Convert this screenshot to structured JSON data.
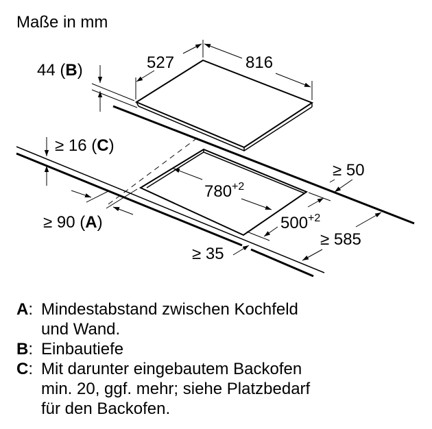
{
  "title": "Maße in mm",
  "dimensions": {
    "height_b": {
      "value": "44",
      "open": " (",
      "key": "B",
      "close": ")"
    },
    "depth": "527",
    "width": "816",
    "gap_c": {
      "prefix": "≥ 16",
      "open": " (",
      "key": "C",
      "close": ")"
    },
    "rear_50": "≥ 50",
    "cutout_width": {
      "value": "780",
      "tol": "+2"
    },
    "cutout_depth": {
      "value": "500",
      "tol": "+2"
    },
    "wall_a": {
      "prefix": "≥ 90",
      "open": " (",
      "key": "A",
      "close": ")"
    },
    "counter_585": "≥ 585",
    "front_35": "≥ 35"
  },
  "legend": [
    {
      "key": "A",
      "sep": ":",
      "lines": [
        "Mindestabstand zwischen Kochfeld",
        "und Wand."
      ]
    },
    {
      "key": "B",
      "sep": ":",
      "lines": [
        "Einbautiefe"
      ]
    },
    {
      "key": "C",
      "sep": ":",
      "lines": [
        "Mit darunter eingebautem Backofen",
        "min. 20, ggf. mehr; siehe Platzbedarf",
        "für den Backofen."
      ]
    }
  ],
  "colors": {
    "ink": "#000000",
    "background": "#ffffff"
  }
}
